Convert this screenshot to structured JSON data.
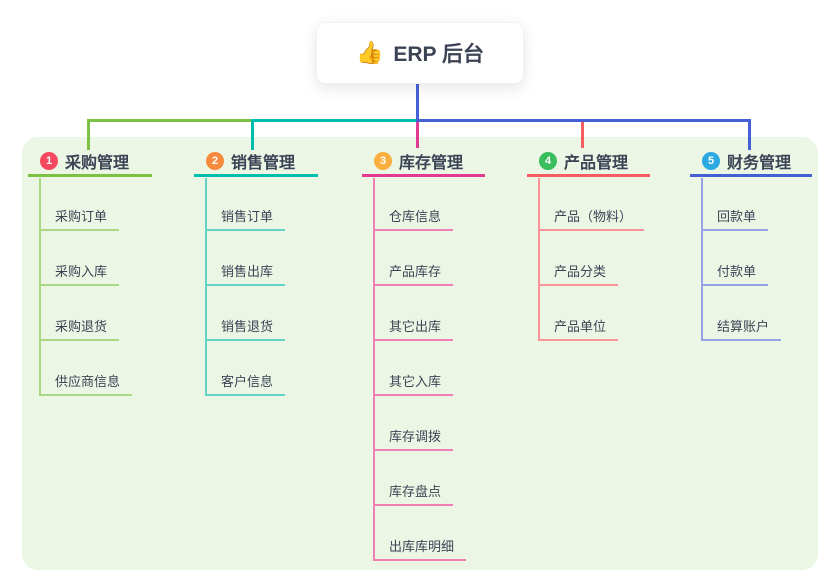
{
  "root": {
    "icon": "👍",
    "label": "ERP 后台"
  },
  "branches": [
    {
      "number": "1",
      "title": "采购管理",
      "badge_color": "#F6485E",
      "line_color": "#7DC142",
      "child_line_color": "#A9D784",
      "children": [
        "采购订单",
        "采购入库",
        "采购退货",
        "供应商信息"
      ]
    },
    {
      "number": "2",
      "title": "销售管理",
      "badge_color": "#F78A3D",
      "line_color": "#00BDAE",
      "child_line_color": "#64D2C6",
      "children": [
        "销售订单",
        "销售出库",
        "销售退货",
        "客户信息"
      ]
    },
    {
      "number": "3",
      "title": "库存管理",
      "badge_color": "#F9AE3D",
      "line_color": "#E23A92",
      "child_line_color": "#F07FB6",
      "children": [
        "仓库信息",
        "产品库存",
        "其它出库",
        "其它入库",
        "库存调拨",
        "库存盘点",
        "出库库明细"
      ]
    },
    {
      "number": "4",
      "title": "产品管理",
      "badge_color": "#39BD5D",
      "line_color": "#F55C60",
      "child_line_color": "#F99598",
      "children": [
        "产品（物料）",
        "产品分类",
        "产品单位"
      ]
    },
    {
      "number": "5",
      "title": "财务管理",
      "badge_color": "#2CA9E1",
      "line_color": "#4560D4",
      "child_line_color": "#93A3E6",
      "children": [
        "回款单",
        "付款单",
        "结算账户"
      ]
    }
  ],
  "colors": {
    "panel_background": "#ECF6E5",
    "root_connector": "#4560D4",
    "text": "#3B4354",
    "card_background": "#FFFFFF"
  }
}
